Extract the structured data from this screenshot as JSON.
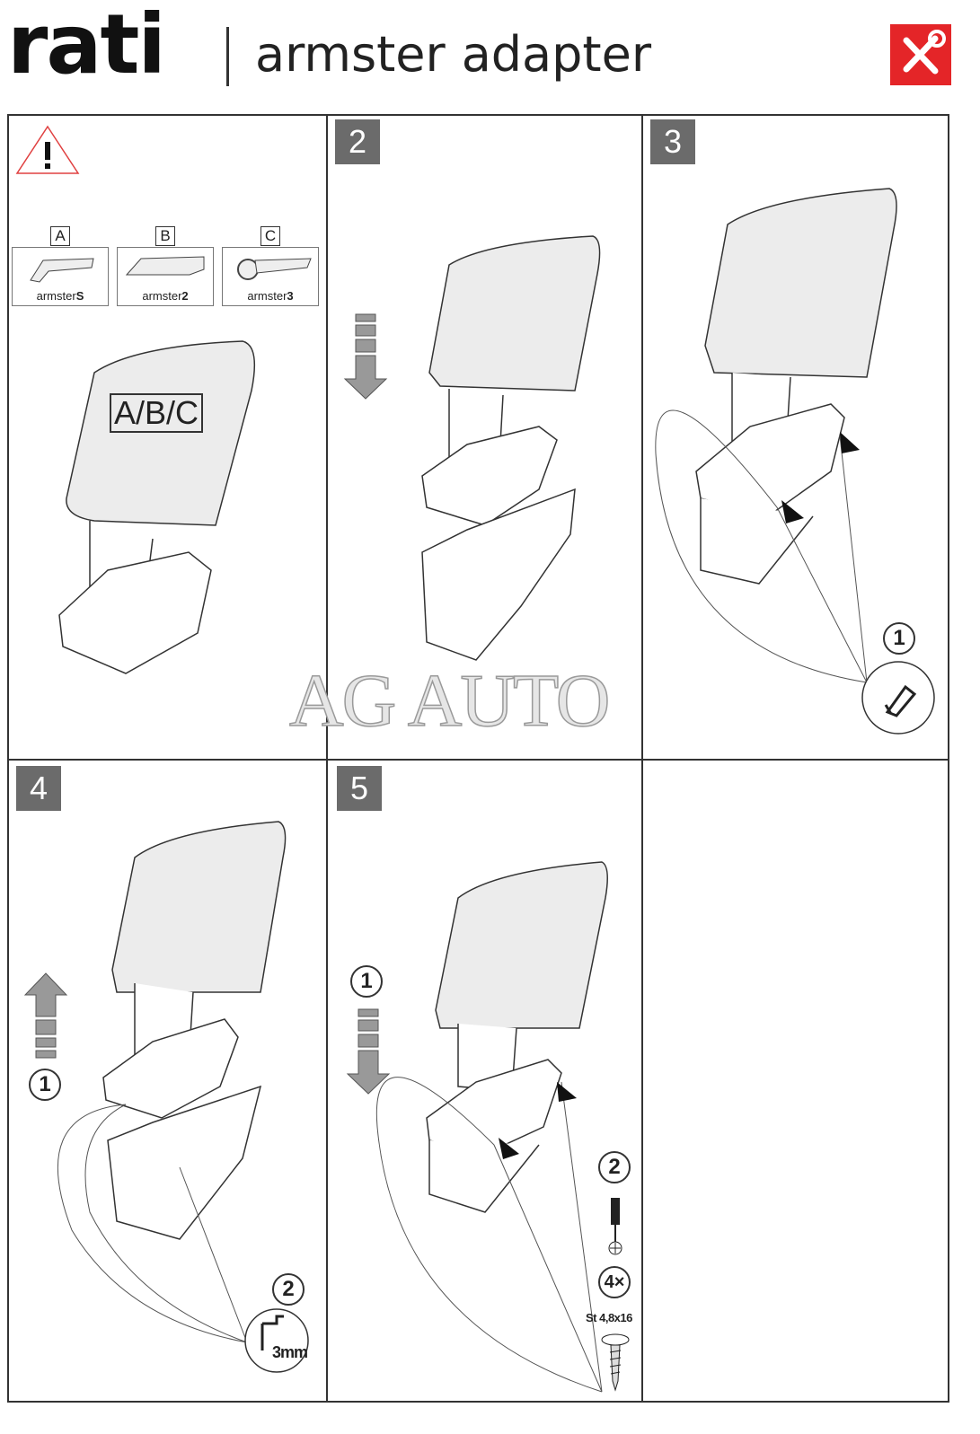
{
  "header": {
    "brand": "rati",
    "product": "armster",
    "product_suffix": "adapter",
    "tools_icon": "tools-icon",
    "accent_color": "#e42528"
  },
  "panel1": {
    "warning_icon": "warning-icon",
    "variants": [
      {
        "letter": "A",
        "name": "armster",
        "model": "S"
      },
      {
        "letter": "B",
        "name": "armster",
        "model": "2"
      },
      {
        "letter": "C",
        "name": "armster",
        "model": "3"
      }
    ],
    "armrest_label": "A/B/C"
  },
  "panel2": {
    "step": "2"
  },
  "panel3": {
    "step": "3",
    "callout": "1"
  },
  "panel4": {
    "step": "4",
    "callout1": "1",
    "callout2": "2",
    "drill": "3mm"
  },
  "panel5": {
    "step": "5",
    "callout1": "1",
    "callout2": "2",
    "quantity": "4×",
    "screw_spec": "St 4,8x16"
  },
  "watermark": "AG AUTO"
}
